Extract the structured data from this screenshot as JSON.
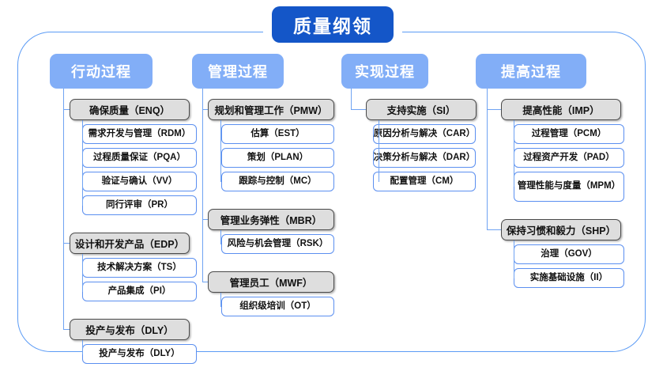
{
  "diagram": {
    "title": "质量纲领",
    "frame_color": "#5b9bf5",
    "title_color": "#1456c8",
    "header_color": "#82aef7",
    "group_fill": "#dedede",
    "group_border": "#4a4a4a",
    "leaf_border": "#5b8ff0",
    "connector_color": "#6fa3f2"
  },
  "columns": [
    {
      "header": "行动过程",
      "groups": [
        {
          "label": "确保质量（ENQ）",
          "children": [
            "需求开发与管理（RDM）",
            "过程质量保证（PQA）",
            "验证与确认（VV）",
            "同行评审（PR）"
          ]
        },
        {
          "label": "设计和开发产品（EDP）",
          "children": [
            "技术解决方案（TS）",
            "产品集成（PI）"
          ]
        },
        {
          "label": "投产与发布（DLY）",
          "children": [
            "投产与发布（DLY）"
          ]
        }
      ]
    },
    {
      "header": "管理过程",
      "groups": [
        {
          "label": "规划和管理工作（PMW）",
          "children": [
            "估算（EST）",
            "策划（PLAN）",
            "跟踪与控制（MC）"
          ]
        },
        {
          "label": "管理业务弹性（MBR）",
          "children": [
            "风险与机会管理（RSK）"
          ]
        },
        {
          "label": "管理员工（MWF）",
          "children": [
            "组织级培训（OT）"
          ]
        }
      ]
    },
    {
      "header": "实现过程",
      "groups": [
        {
          "label": "支持实施（SI）",
          "children": [
            "原因分析与解决（CAR）",
            "决策分析与解决（DAR）",
            "配置管理（CM）"
          ]
        }
      ]
    },
    {
      "header": "提高过程",
      "groups": [
        {
          "label": "提高性能（IMP）",
          "children": [
            "过程管理（PCM）",
            "过程资产开发（PAD）",
            "管理性能与度量（MPM）"
          ]
        },
        {
          "label": "保持习惯和毅力（SHP）",
          "children": [
            "治理（GOV）",
            "实施基础设施（II）"
          ]
        }
      ]
    }
  ]
}
